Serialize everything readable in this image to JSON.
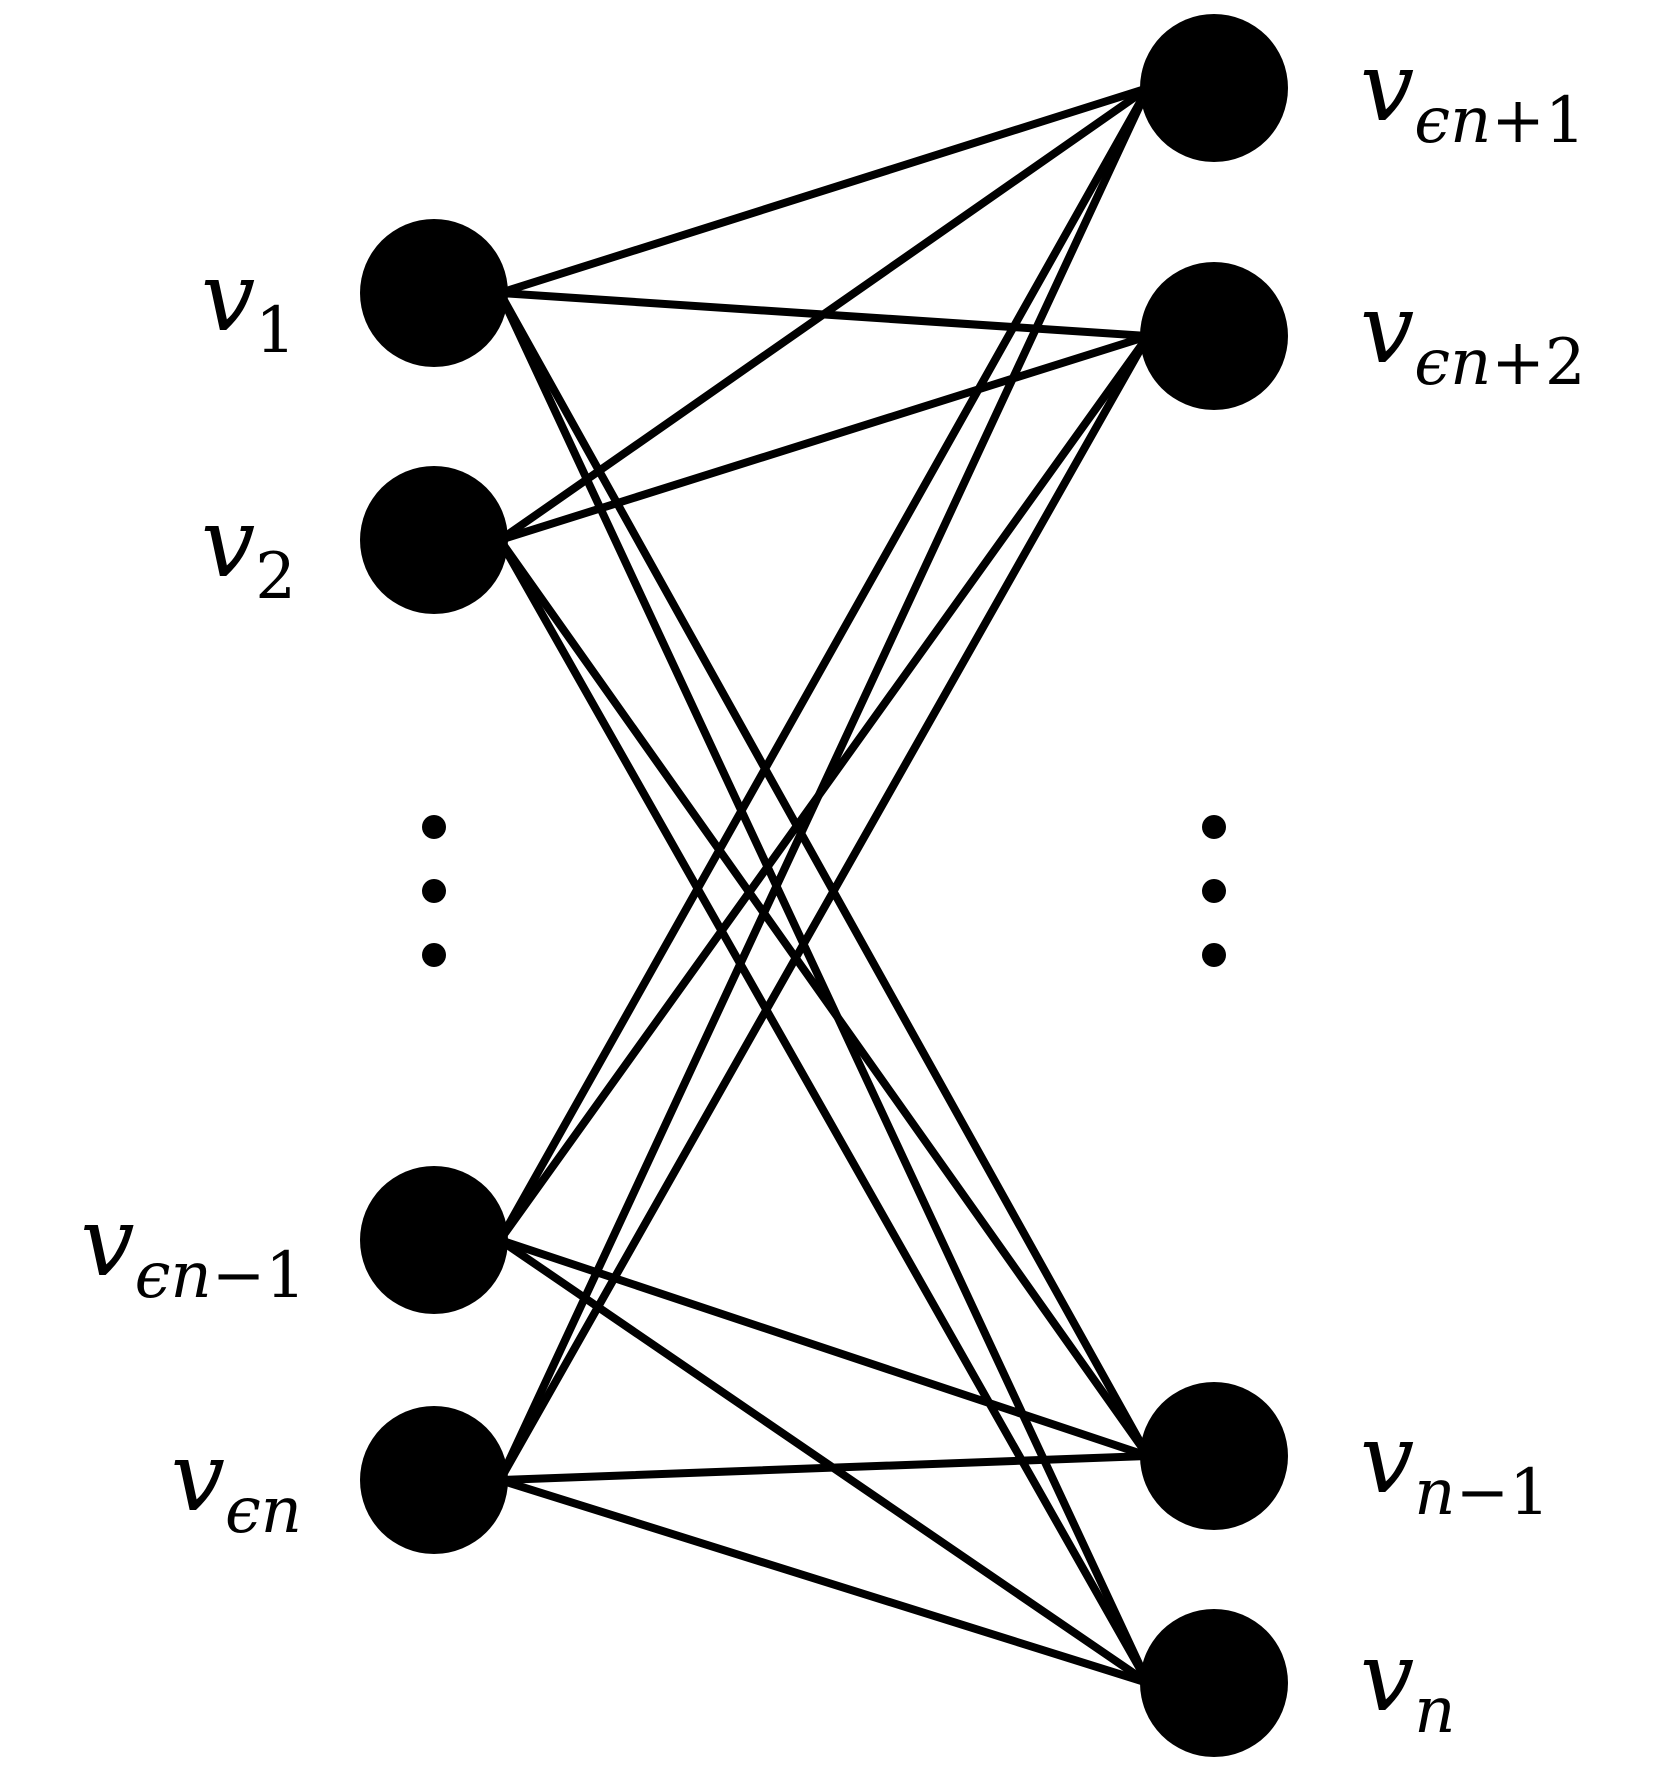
{
  "graph": {
    "left_nodes": [
      {
        "id": "v1",
        "var": "v",
        "sub": "1"
      },
      {
        "id": "v2",
        "var": "v",
        "sub": "2"
      },
      {
        "id": "ven-1",
        "var": "v",
        "sub_italic": "ϵn",
        "sub_plain": "−1"
      },
      {
        "id": "ven",
        "var": "v",
        "sub_italic": "ϵn",
        "sub_plain": ""
      }
    ],
    "right_nodes": [
      {
        "id": "ven+1",
        "var": "v",
        "sub_italic": "ϵn",
        "sub_plain": "+1"
      },
      {
        "id": "ven+2",
        "var": "v",
        "sub_italic": "ϵn",
        "sub_plain": "+2"
      },
      {
        "id": "vn-1",
        "var": "v",
        "sub_italic": "n",
        "sub_plain": "−1"
      },
      {
        "id": "vn",
        "var": "v",
        "sub_italic": "n",
        "sub_plain": ""
      }
    ],
    "edges": [
      [
        "v1",
        "ven+1"
      ],
      [
        "v1",
        "ven+2"
      ],
      [
        "v1",
        "vn-1"
      ],
      [
        "v1",
        "vn"
      ],
      [
        "v2",
        "ven+1"
      ],
      [
        "v2",
        "ven+2"
      ],
      [
        "v2",
        "vn-1"
      ],
      [
        "v2",
        "vn"
      ],
      [
        "ven-1",
        "ven+1"
      ],
      [
        "ven-1",
        "ven+2"
      ],
      [
        "ven-1",
        "vn-1"
      ],
      [
        "ven-1",
        "vn"
      ],
      [
        "ven",
        "ven+1"
      ],
      [
        "ven",
        "ven+2"
      ],
      [
        "ven",
        "vn-1"
      ],
      [
        "ven",
        "vn"
      ]
    ],
    "colors": {
      "ink": "#000000",
      "background": "#ffffff"
    }
  }
}
